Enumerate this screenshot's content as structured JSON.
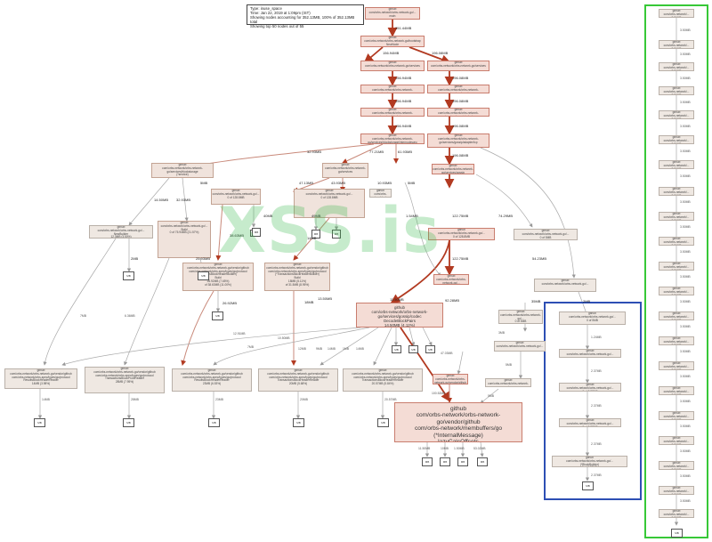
{
  "legend": {
    "lines": [
      "Type: inuse_space",
      "Time: Jan 22, 2019 at 1:09pm (IST)",
      "Showing nodes accounting for 352.13MB, 100% of 352.13MB total",
      "Showing top 50 nodes out of 55"
    ]
  },
  "watermark": "XSS.is",
  "nodes": {
    "root": {
      "lines": [
        "github",
        "com/orbs-network/orbs-network-go/...",
        "main"
      ]
    },
    "a1": {
      "lines": [
        "github",
        "com/orbs-network/orbs-network-go/bootstrap",
        "NewNode"
      ]
    },
    "b1": {
      "lines": [
        "github",
        "com/orbs-network/orbs-network-go/services"
      ]
    },
    "b2": {
      "lines": [
        "github",
        "com/orbs-network/orbs-network-go/services"
      ]
    },
    "a2": {
      "lines": [
        "github",
        "com/orbs-network/orbs-network-go/services/consensus"
      ]
    },
    "c2": {
      "lines": [
        "github",
        "com/orbs-network/orbs-network-go/services/gossip"
      ]
    },
    "a3": {
      "lines": [
        "github",
        "com/orbs-network/orbs-network-go/services/blockstorage"
      ]
    },
    "c3": {
      "lines": [
        "github",
        "com/orbs-network/orbs-network-go/services/gossip/adapter"
      ]
    },
    "a4": {
      "lines": [
        "github",
        "com/orbs-network/orbs-network-go/services/blockstorage/internodesync"
      ]
    },
    "c4": {
      "lines": [
        "github",
        "com/orbs-network/orbs-network-go/services/gossip/adapter/tcp"
      ]
    },
    "d1": {
      "lines": [
        "github",
        "com/orbs-network/orbs-network-go/services/blockstorage",
        "(*service)"
      ]
    },
    "d2": {
      "lines": [
        "github",
        "com/orbs-network/orbs-network-go/services"
      ]
    },
    "d3": {
      "lines": [
        "github",
        "com/orbs-network/orbs-network-go/services/gossip"
      ]
    },
    "e1": {
      "lines": [
        "github",
        "com/orbs-network/orbs-network-go/...",
        "NewBuilder",
        "12.3MB (3.50%)"
      ]
    },
    "e2": {
      "lines": [
        "github",
        "com/orbs-network/orbs-network-go/...",
        "Build",
        "0 of 75.94MB (21.57%)"
      ]
    },
    "e3": {
      "lines": [
        "github",
        "com/orbs-network/orbs-network-go/...",
        "0 of 128.8MB"
      ]
    },
    "e4": {
      "lines": [
        "github",
        "com/orbs-network/orbs-network-go/...",
        "0 of 128.8MB"
      ]
    },
    "e5": {
      "lines": [
        "github",
        "com/orbs-network/orbs-network-go/...",
        "0 of 35MB"
      ]
    },
    "l1": {
      "lines": [
        "github",
        "com/orbs-network/orbs-network-go/...",
        "(*TransactionsBlockHeaderBuilder)",
        "14MB (3.98%)"
      ]
    },
    "l2": {
      "lines": [
        "github",
        "com/orbs-network/orbs-network-go/vendor/github",
        "com/orbs-network/orbs-spec/types/go/protocol",
        "(*ResultsBlockHeaderBuilder)",
        "Build",
        "25.92MB (7.36%)",
        "of 32.93MB (9.35%)"
      ]
    },
    "l3": {
      "lines": [
        "github",
        "com/orbs-network/orbs-network-go/vendor/github",
        "com/orbs-network/orbs-spec/types/go/protocol",
        "(*ResultsBlockHeaderBuilder)",
        "Build",
        "26.92MB (7.65%)",
        "of 38.63MB (11.00%)"
      ]
    },
    "l4": {
      "lines": [
        "github",
        "com/orbs-network/orbs-network-go/vendor/github",
        "com/orbs-network/orbs-spec/types/go/protocol",
        "(*TransactionsBlockHeaderBuilder)",
        "Build",
        "18MB (5.11%)",
        "of 31.5MB (8.95%)"
      ]
    },
    "e6": {
      "lines": [
        "github",
        "com/orbs-network/orbs-network-go/...",
        "0 of 5MB"
      ]
    },
    "e7": {
      "lines": [
        "github",
        "com/orbs-network/orbs-network-go/...",
        "0 of 128.8MB"
      ]
    },
    "m1": {
      "lines": [
        "github",
        "com/orbs-network/orbs-network-go/services/gossip/codec",
        "DecodeBlockPairs",
        "14.50MB (4.12%)",
        "of 122.75MB (34.79%)"
      ]
    },
    "m2": {
      "lines": [
        "github",
        "com/orbs-network/orbs-network-go/...",
        "0 of 128.8MB"
      ]
    },
    "m3": {
      "lines": [
        "github",
        "com/orbs-network/orbs-network-go/..."
      ]
    },
    "m4": {
      "lines": [
        "github",
        "com/orbs-network/orbs-network-go/...",
        "0 of 5MB"
      ]
    },
    "m5": {
      "lines": [
        "github",
        "com/orbs-network/orbs-network-go/..."
      ]
    },
    "m6": {
      "lines": [
        "github",
        "com/orbs-network/orbs-network-go/..."
      ]
    },
    "r1": {
      "lines": [
        "github",
        "com/orbs-network/orbs-network-go/vendor/github",
        "com/orbs-network/orbs-spec/types/go/protocol",
        "ResultsBlockHeaderReader",
        "14MB (3.98%)"
      ]
    },
    "r2": {
      "lines": [
        "github",
        "com/orbs-network/orbs-network-go/vendor/github",
        "com/orbs-network/orbs-spec/types/go/protocol",
        "TransactionsBlockProofReader",
        "28MB (7.95%)"
      ]
    },
    "r3": {
      "lines": [
        "github",
        "com/orbs-network/orbs-network-go/vendor/github",
        "com/orbs-network/orbs-spec/types/go/protocol",
        "ResultsBlockHeaderReader",
        "23MB (6.53%)"
      ]
    },
    "r4": {
      "lines": [
        "github",
        "com/orbs-network/orbs-network-go/vendor/github",
        "com/orbs-network/orbs-spec/types/go/protocol",
        "TransactionsBlockHeaderReader",
        "20MB (5.68%)"
      ]
    },
    "r5": {
      "lines": [
        "github",
        "com/orbs-network/orbs-network-go/vendor/github",
        "com/orbs-network/orbs-spec/types/go/protocol",
        "TransactionsBlockHeaderReader",
        "20.57MB (5.84%)"
      ]
    },
    "mx": {
      "lines": [
        "github",
        "com/orbs-network/orbs-network-go/vendor/github",
        "com/orbs-network/membuffers/go",
        "0 of 142.02MB"
      ]
    },
    "mem": {
      "lines": [
        "github",
        "com/orbs-network/orbs-network-go/vendor/github",
        "com/orbs-network/membuffers/go",
        "(*InternalMessage)",
        "lazyCalcOffsets",
        "142.02MB (40.33%)"
      ]
    },
    "bz1": {
      "lines": [
        "github",
        "com/orbs-network/orbs-network-go/...",
        "0 of 5MB"
      ]
    },
    "bz2": {
      "lines": [
        "github",
        "com/orbs-network/orbs-network-go/..."
      ]
    },
    "bz3": {
      "lines": [
        "github",
        "com/orbs-network/orbs-network-go/...",
        "0 of 2.37MB"
      ]
    },
    "bz4": {
      "lines": [
        "github",
        "com/orbs-network/orbs-network-go/...",
        "0 of 2.37MB"
      ]
    },
    "bz5": {
      "lines": [
        "github",
        "com/orbs-network/orbs-network-go/...",
        "(*BlockBuilder)",
        "0 of 2.37MB"
      ]
    },
    "g": {
      "lines": [
        "github",
        "com/orbs-network/...",
        "3.50MB"
      ]
    }
  },
  "leaves": {
    "root_leaf": "MB",
    "l1_leaf": "MB",
    "l2_leaf": "MB",
    "l3_leaf": "MB",
    "e3_leaf": "MB",
    "e4_leaf": "MB",
    "e5_leaf": "MB",
    "r1_leaf": "MB",
    "r2_leaf": "MB",
    "r3_leaf": "MB",
    "r4_leaf": "MB",
    "r5_leaf": "MB",
    "m1_leaf": "MB",
    "m1_leaf2": "MB",
    "m1_leaf3": "MB",
    "mem_leaf1": "MB",
    "mem_leaf2": "MB",
    "mem_leaf3": "MB",
    "mem_leaf4": "MB",
    "blue_leaf": "MB",
    "green_leaf": "MB"
  },
  "edge_labels": {
    "e_root_a1": "351.44MB",
    "e_a1_b1": "156.94MB",
    "e_a1_b2": "196.08MB",
    "e_b1_a2": "156.94MB",
    "e_b2_c2": "196.08MB",
    "e_a2_a3": "156.94MB",
    "e_c2_c3": "196.08MB",
    "e_a3_a4": "156.94MB",
    "e_c3_c4": "196.08MB",
    "e_a4_d1": "32.93MB",
    "e_a4_d2": "77.21MB",
    "e_a4_d2b": "61.93MB",
    "e_c4_d3": "196.08MB",
    "e_d1_e1": "14.50MB",
    "e_d1_e2": "32.93MB",
    "e_d1_x": "5MB",
    "e_d2_e3": "47.13MB",
    "e_d2_e4": "43.93MB",
    "e_d2_e5": "10.93MB",
    "e_d2_e6": "5MB",
    "e_d3_e7": "122.75MB",
    "e_d3_x": "74.29MB",
    "e_e2_l2": "25.93MB",
    "e_e1_leaf": "2MB",
    "e_e3_l3": "38.63MB",
    "e_e3_leaf": "40MB",
    "e_e4_l4": "38.63MB",
    "e_e4_leaf": "49MB",
    "e_e4_leaf2": "14MB",
    "e_e5_x": "1.54MB",
    "e_e7_m1": "122.75MB",
    "e_e7_m2": "54.23MB",
    "e_l3_leaf": "26.92MB",
    "e_l2_r2": "6.36MB",
    "e_l1_r1": "7MB",
    "e_l2_x": "7MB",
    "e_l3_r3": "12.91MB",
    "e_l4_r4": "13.50MB",
    "e_l4_leaf": "18MB",
    "e_m1_a": "11.50MB",
    "e_m1_b": "10.50MB",
    "e_m1_c": "12MB",
    "e_m1_d": "9MB",
    "e_m1_e": "14MB",
    "e_m1_f": "1MB",
    "e_m1_g": "14MB",
    "e_m1_mx": "92.28MB",
    "e_m1_mem": "47.03MB",
    "e_mx_mem": "100.52MB",
    "e_m5_mem": "5MB",
    "e_m2_mem": "3MB",
    "e_m4_leaf": "5MB",
    "e_r1_leaf": "14MB",
    "e_r2_leaf": "28MB",
    "e_r3_leaf": "23MB",
    "e_r4_leaf": "20MB",
    "e_r5_leaf": "20.57MB",
    "e_mem_a": "11.50MB",
    "e_mem_b": "10MB",
    "e_mem_c": "1.50MB",
    "e_mem_d": "53.02MB",
    "e_blue_1": "1.24MB",
    "e_blue_2": "2.37MB",
    "e_blue_3": "2.37MB",
    "e_blue_4": "2.37MB",
    "e_blue_5": "2.37MB",
    "e_m3_x": "35MB",
    "e_m3_y": "2MB",
    "e_green": "3.50MB"
  }
}
